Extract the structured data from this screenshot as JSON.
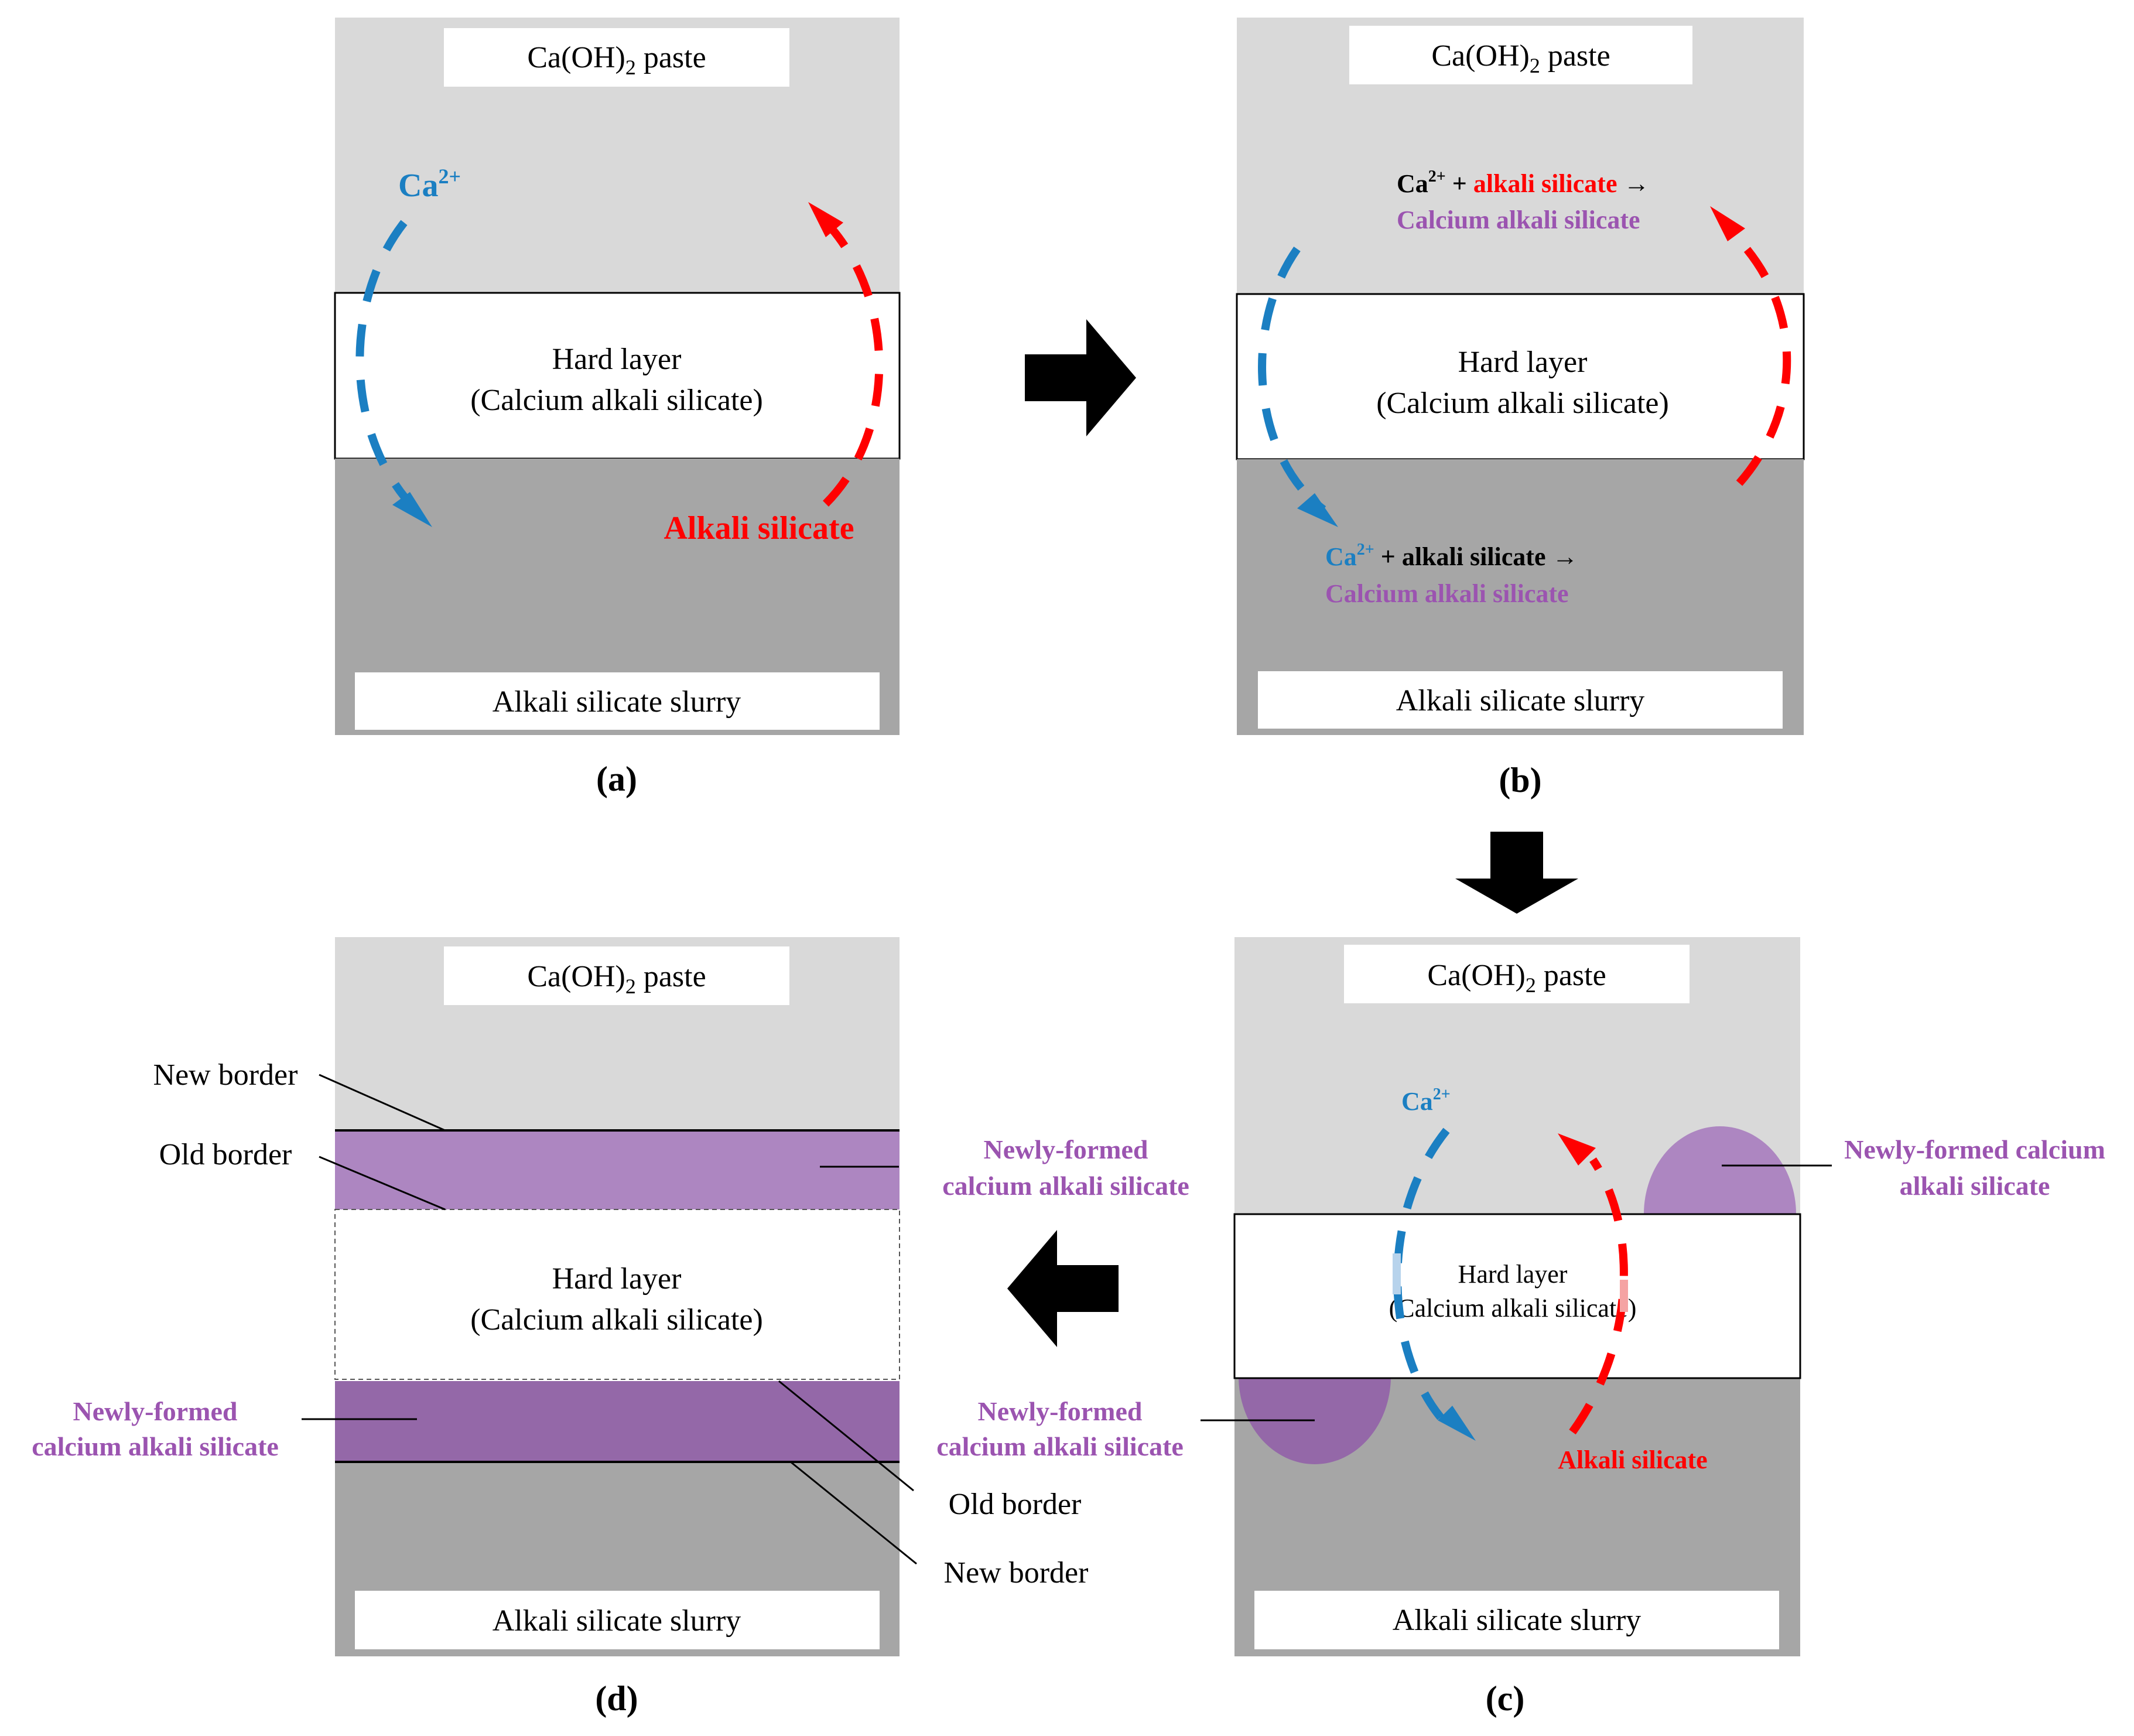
{
  "colors": {
    "paste": "#d9d9d9",
    "slurry": "#a6a6a6",
    "purple_light": "#ad86c1",
    "purple_dark": "#9468a8",
    "purple_text": "#9b54b0",
    "blue": "#1b7fc2",
    "red": "#ff0000",
    "black": "#000000"
  },
  "labels": {
    "paste_main": "Ca(OH)",
    "paste_sub": "2",
    "paste_tail": " paste",
    "hard_layer_1": "Hard layer",
    "hard_layer_2": "(Calcium alkali silicate)",
    "slurry": "Alkali silicate slurry",
    "ca_ion": "Ca",
    "ca_charge": "2+",
    "alkali_silicate": "Alkali silicate",
    "plus": " + ",
    "alkali_silicate_lower": "alkali silicate",
    "reaction_arrow": " →",
    "product": "Calcium alkali silicate",
    "newly_formed_1": "Newly-formed",
    "newly_formed_2": "calcium alkali silicate",
    "newly_formed_calcium": "Newly-formed calcium",
    "alkali_silicate_word": "alkali silicate",
    "new_border": "New border",
    "old_border": "Old border"
  },
  "panels": {
    "a": "(a)",
    "b": "(b)",
    "c": "(c)",
    "d": "(d)"
  },
  "icons": [
    "arrow-right-icon",
    "arrow-down-icon",
    "arrow-left-icon"
  ]
}
